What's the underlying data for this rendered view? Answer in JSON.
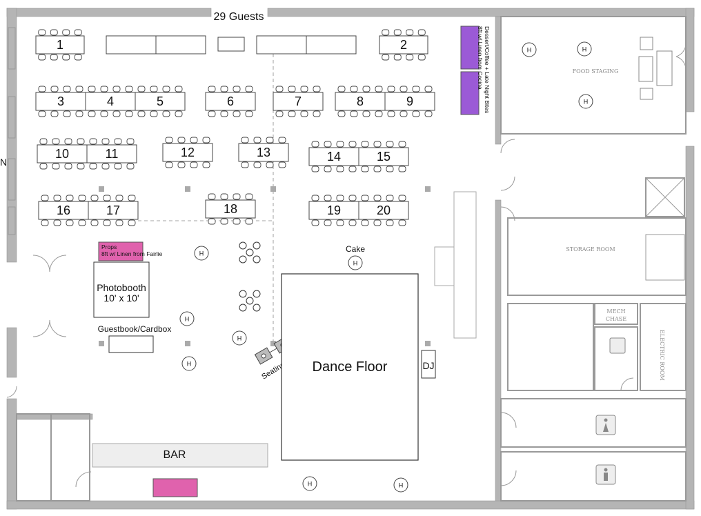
{
  "header": {
    "guest_count": "29 Guests"
  },
  "edge_letter": "N",
  "tables": [
    {
      "label": "1"
    },
    {
      "label": "2"
    },
    {
      "label": "3"
    },
    {
      "label": "4"
    },
    {
      "label": "5"
    },
    {
      "label": "6"
    },
    {
      "label": "7"
    },
    {
      "label": "8"
    },
    {
      "label": "9"
    },
    {
      "label": "10"
    },
    {
      "label": "11"
    },
    {
      "label": "12"
    },
    {
      "label": "13"
    },
    {
      "label": "14"
    },
    {
      "label": "15"
    },
    {
      "label": "16"
    },
    {
      "label": "17"
    },
    {
      "label": "18"
    },
    {
      "label": "19"
    },
    {
      "label": "20"
    }
  ],
  "dessert": {
    "line1": "Dessert/Coffee + Late Night Bites",
    "line2": "8ft w/ Linen from Cocina"
  },
  "props": {
    "line1": "Props",
    "line2": "8ft w/ Linen from Fairlie"
  },
  "photobooth": {
    "line1": "Photobooth",
    "line2": "10' x 10'"
  },
  "guestbook": "Guestbook/Cardbox",
  "seating_chart": "Seating Chart",
  "cake": "Cake",
  "dance_floor": "Dance Floor",
  "dj": "DJ",
  "bar": "BAR",
  "heater_mark": "H",
  "rooms": {
    "food_staging": "FOOD STAGING",
    "storage_room": "STORAGE ROOM",
    "mech_chase_1": "MECH",
    "mech_chase_2": "CHASE",
    "electric_room": "ELECTRIC ROOM"
  },
  "colors": {
    "wall": "#b5b5b5",
    "dessert_table": "#9b5ad6",
    "props_table": "#e062ad",
    "bar_accent": "#e062ad",
    "bar_counter": "#eeeeee"
  }
}
